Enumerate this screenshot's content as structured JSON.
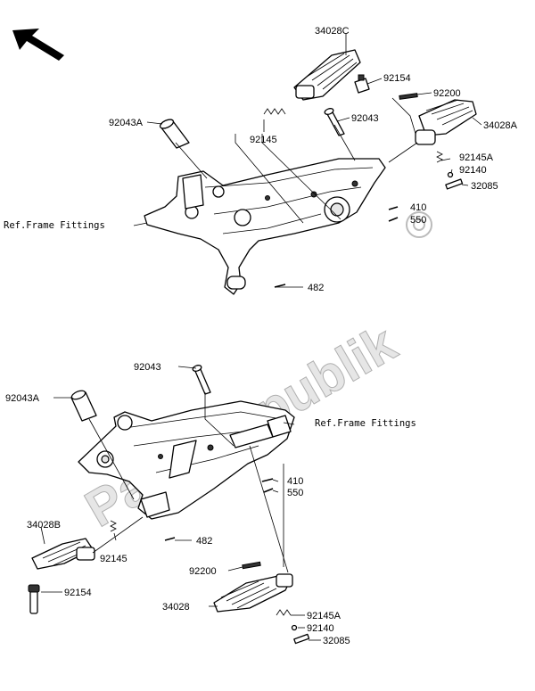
{
  "watermark": "PartsRepublik",
  "labels": {
    "top_34028C": "34028C",
    "top_92154": "92154",
    "top_92200": "92200",
    "top_34028A": "34028A",
    "top_92043A": "92043A",
    "top_92043": "92043",
    "top_92145": "92145",
    "top_92145A": "92145A",
    "top_92140": "92140",
    "top_32085": "32085",
    "top_410": "410",
    "top_550": "550",
    "top_482": "482",
    "top_ref": "Ref.Frame Fittings",
    "bot_92043": "92043",
    "bot_92043A": "92043A",
    "bot_ref": "Ref.Frame Fittings",
    "bot_410": "410",
    "bot_550": "550",
    "bot_34028B": "34028B",
    "bot_482": "482",
    "bot_92145": "92145",
    "bot_92154": "92154",
    "bot_92200": "92200",
    "bot_34028": "34028",
    "bot_92145A": "92145A",
    "bot_92140": "92140",
    "bot_32085": "32085"
  }
}
